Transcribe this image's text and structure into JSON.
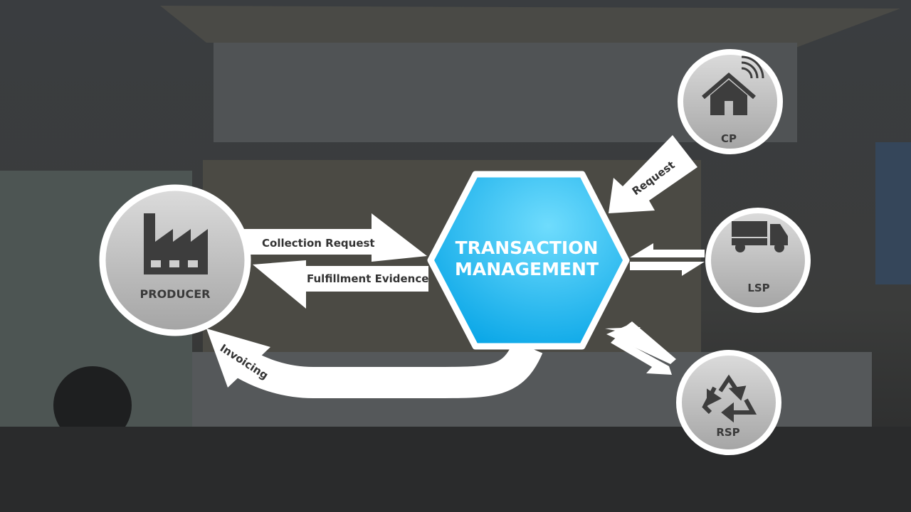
{
  "center": {
    "line1": "TRANSACTION",
    "line2": "MANAGEMENT"
  },
  "nodes": {
    "producer": {
      "label": "PRODUCER",
      "icon": "factory-icon"
    },
    "cp": {
      "label": "CP",
      "icon": "smart-home-icon"
    },
    "lsp": {
      "label": "LSP",
      "icon": "truck-icon"
    },
    "rsp": {
      "label": "RSP",
      "icon": "recycle-icon"
    }
  },
  "flows": {
    "collection_request": "Collection Request",
    "fulfillment_evidence": "Fulfillment Evidence",
    "invoicing": "Invoicing",
    "request": "Request"
  },
  "colors": {
    "hex_light": "#6fdcfd",
    "hex_dark": "#05a4e6",
    "node_text": "#3a3a3a",
    "arrow": "#ffffff"
  }
}
